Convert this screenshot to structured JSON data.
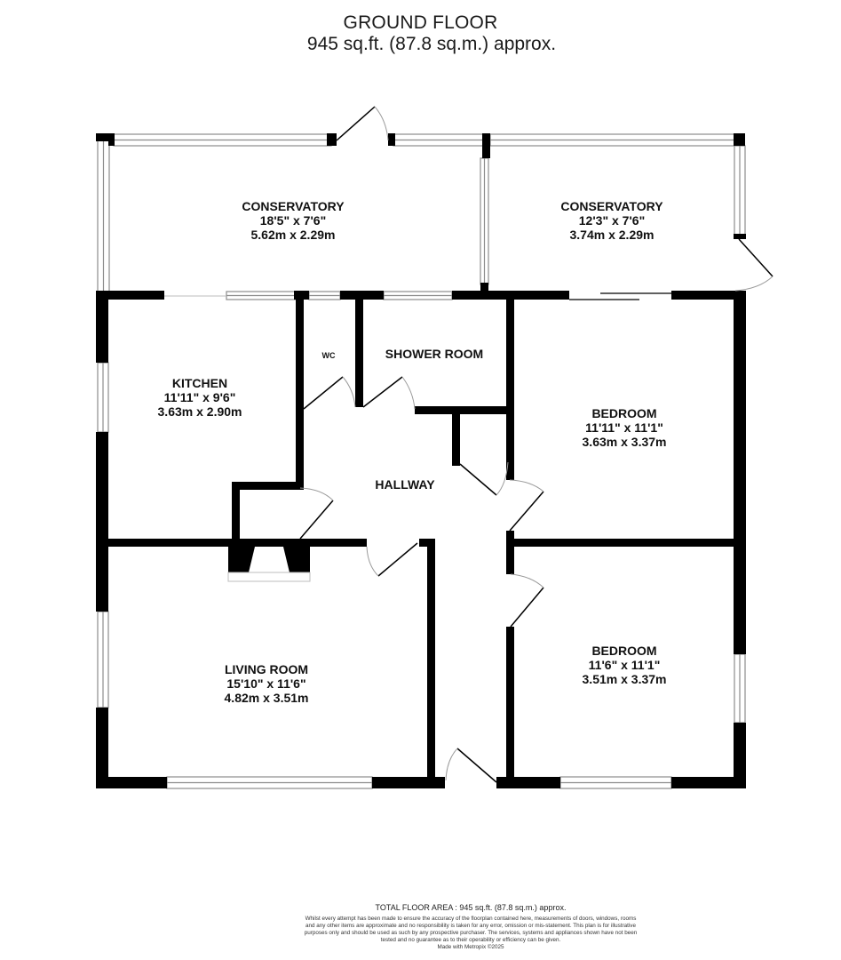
{
  "header": {
    "title": "GROUND FLOOR",
    "subtitle": "945 sq.ft. (87.8 sq.m.) approx."
  },
  "rooms": [
    {
      "id": "conservatory-1",
      "name": "CONSERVATORY",
      "imperial": "18'5\"  x 7'6\"",
      "metric": "5.62m  x 2.29m"
    },
    {
      "id": "conservatory-2",
      "name": "CONSERVATORY",
      "imperial": "12'3\"  x 7'6\"",
      "metric": "3.74m  x 2.29m"
    },
    {
      "id": "kitchen",
      "name": "KITCHEN",
      "imperial": "11'11\"  x 9'6\"",
      "metric": "3.63m  x 2.90m"
    },
    {
      "id": "wc",
      "name": "WC"
    },
    {
      "id": "shower-room",
      "name": "SHOWER ROOM"
    },
    {
      "id": "bedroom-1",
      "name": "BEDROOM",
      "imperial": "11'11\"  x 11'1\"",
      "metric": "3.63m  x 3.37m"
    },
    {
      "id": "hallway",
      "name": "HALLWAY"
    },
    {
      "id": "living-room",
      "name": "LIVING ROOM",
      "imperial": "15'10\"  x 11'6\"",
      "metric": "4.82m  x 3.51m"
    },
    {
      "id": "bedroom-2",
      "name": "BEDROOM",
      "imperial": "11'6\"  x 11'1\"",
      "metric": "3.51m  x 3.37m"
    }
  ],
  "footer": {
    "total": "TOTAL FLOOR AREA : 945 sq.ft. (87.8 sq.m.) approx.",
    "disclaimer": "Whilst every attempt has been made to ensure the accuracy of the floorplan contained here, measurements of doors, windows, rooms and any other items are approximate and no responsibility is taken for any error, omission or mis-statement. This plan is for illustrative purposes only and should be used as such by any prospective purchaser. The services, systems and appliances shown have not been tested and no guarantee as to their operability or efficiency can be given.",
    "credit": "Made with Metropix ©2025"
  },
  "colors": {
    "wall": "#000000",
    "window": "#8c8c8c",
    "door_arc": "#9a9a9a",
    "background": "#ffffff"
  }
}
